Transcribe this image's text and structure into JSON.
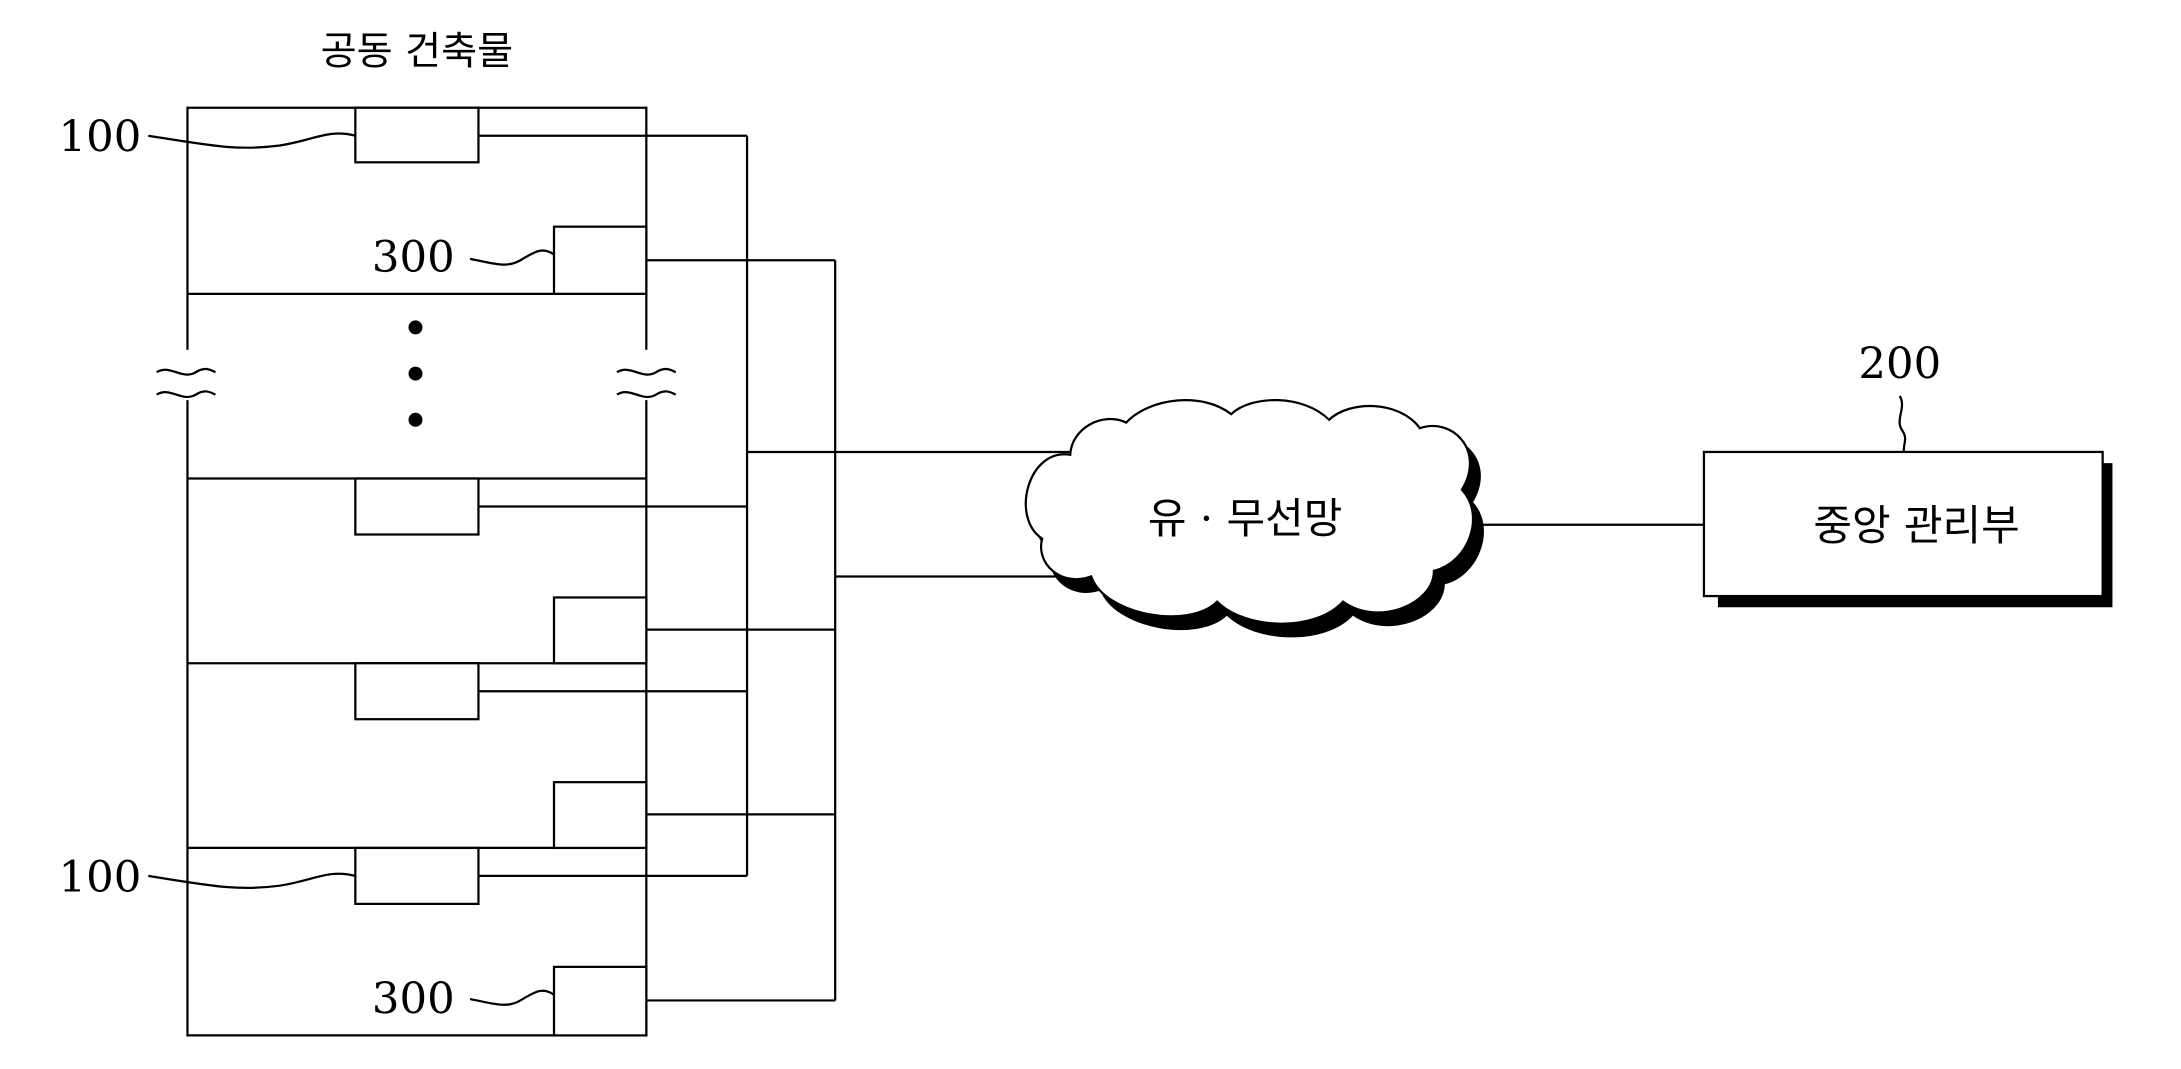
{
  "building": {
    "title": "공동 건축물"
  },
  "labels": {
    "unit_top": "100",
    "sensor_top": "300",
    "unit_bottom": "100",
    "sensor_bottom": "300",
    "central": "200"
  },
  "network": {
    "label": "유 · 무선망"
  },
  "central_manager": {
    "label": "중앙 관리부"
  }
}
